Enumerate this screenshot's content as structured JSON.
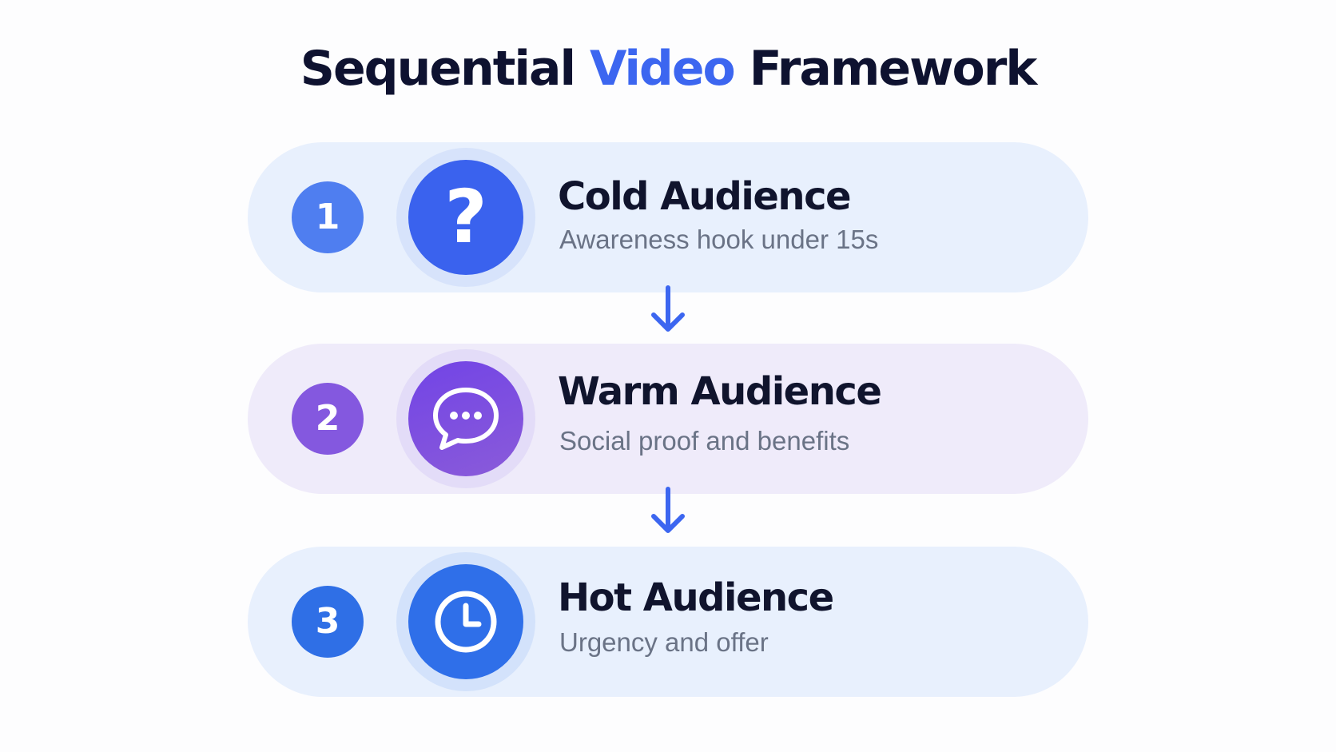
{
  "title": {
    "part1": "Sequential ",
    "accent": "Video",
    "part2": " Framework"
  },
  "colors": {
    "title": "#0e1230",
    "accent": "#3c66f0",
    "arrow": "#3c66f0",
    "subtitle": "#6a7386"
  },
  "steps": [
    {
      "number": "1",
      "title": "Cold Audience",
      "subtitle": "Awareness hook under 15s",
      "icon": "question-icon"
    },
    {
      "number": "2",
      "title": "Warm Audience",
      "subtitle": "Social proof and benefits",
      "icon": "chat-bubble-icon"
    },
    {
      "number": "3",
      "title": "Hot Audience",
      "subtitle": "Urgency and offer",
      "icon": "clock-icon"
    }
  ]
}
